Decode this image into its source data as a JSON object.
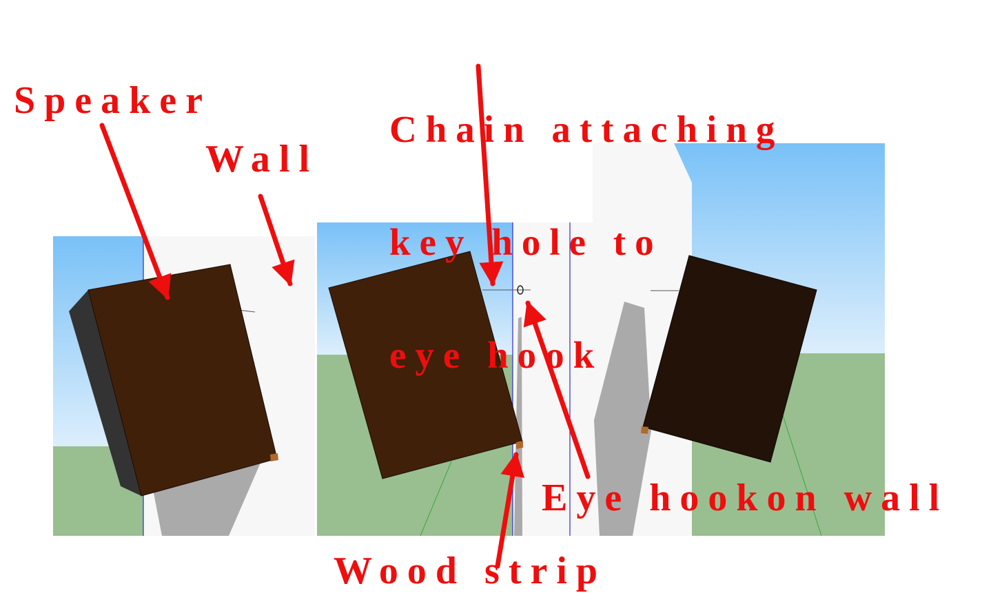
{
  "labels": {
    "speaker": "Speaker",
    "wall": "Wall",
    "chain_lines": [
      "Chain attaching",
      "key hole to",
      "eye hook"
    ],
    "eye_hook": "Eye hookon wall",
    "wood_strip": "Wood strip"
  },
  "colors": {
    "annotation": "#ee0e0e",
    "sky_top": "#79c1f7",
    "sky_bottom": "#d8ecfb",
    "ground": "#99bf91",
    "wall": "#f7f7f7",
    "speaker_front": "#41200a",
    "speaker_dark": "#231208",
    "speaker_side": "#333333",
    "shadow": "#aaaaaa",
    "guide_line": "#2a2ad0",
    "ground_axis": "#33aa33",
    "wood": "#b06a2c"
  }
}
